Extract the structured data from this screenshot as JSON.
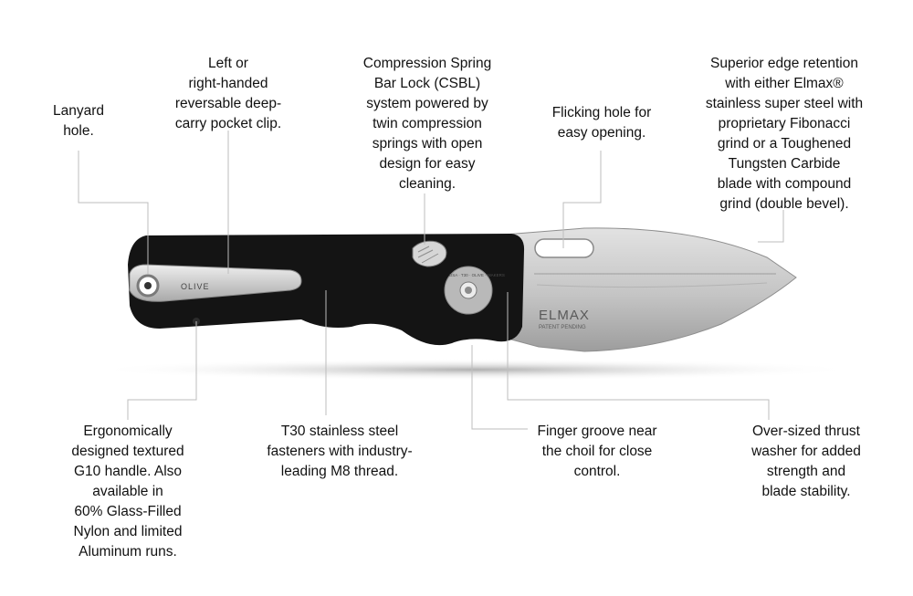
{
  "callouts": {
    "lanyard_hole": "Lanyard\nhole.",
    "pocket_clip": "Left or\nright-handed\nreversable deep-\ncarry pocket clip.",
    "csbl": "Compression Spring\nBar Lock (CSBL)\nsystem powered by\ntwin compression\nsprings with open\ndesign for easy\ncleaning.",
    "flicking_hole": "Flicking hole for\neasy opening.",
    "edge_retention": "Superior edge retention\nwith either Elmax®\nstainless super steel with\nproprietary Fibonacci\ngrind or a Toughened\nTungsten Carbide\nblade with compound\ngrind (double bevel).",
    "handle": "Ergonomically\ndesigned textured\nG10 handle. Also\navailable in\n60% Glass-Filled\nNylon and limited\nAluminum runs.",
    "fasteners": "T30 stainless steel\nfasteners with industry-\nleading M8 thread.",
    "finger_groove": "Finger groove near\nthe choil for close\ncontrol.",
    "thrust_washer": "Over-sized thrust\nwasher for added\nstrength and\nblade stability."
  },
  "knife_markings": {
    "clip_brand": "OLIVE",
    "blade_steel": "ELMAX",
    "blade_sub": "PATENT PENDING",
    "washer_text": "USA · T30 · OLIVE · MAKERS"
  },
  "colors": {
    "handle": "#141414",
    "blade": "#c9c9c9",
    "leader": "#bdbdbd",
    "text": "#111111"
  }
}
